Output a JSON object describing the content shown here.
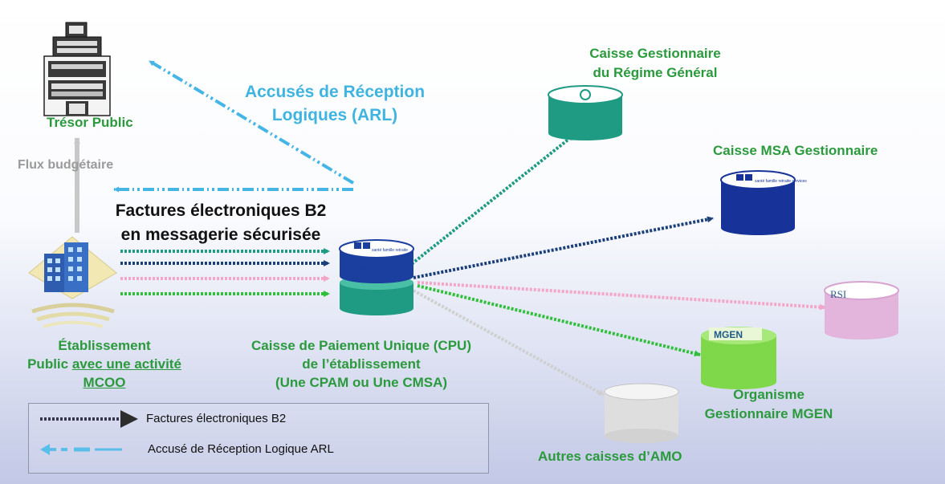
{
  "nodes": {
    "tresor": {
      "label": "Trésor Public"
    },
    "etablissement": {
      "line1": "Établissement",
      "line2_a": "Public ",
      "line2_b": "avec une activité",
      "line3": "MCOO"
    },
    "cpu": {
      "line1": "Caisse de Paiement Unique (CPU)",
      "line2": "de l’établissement",
      "line3": "(Une CPAM ou Une CMSA)",
      "disk_text": "santé famille retraite"
    },
    "regime_general": {
      "line1": "Caisse Gestionnaire",
      "line2": "du Régime Général"
    },
    "msa": {
      "label": "Caisse MSA Gestionnaire",
      "disk_text": "santé famille retraite services"
    },
    "rsi": {
      "disk_text": "RSI"
    },
    "mgen": {
      "line1": "Organisme",
      "line2": "Gestionnaire MGEN",
      "disk_text": "MGEN"
    },
    "autres": {
      "label": "Autres caisses d’AMO"
    }
  },
  "flows": {
    "arl": {
      "line1": "Accusés de Réception",
      "line2": "Logiques (ARL)"
    },
    "budget": {
      "label": "Flux budgétaire"
    },
    "factures": {
      "line1": "Factures électroniques B2",
      "line2": "en messagerie sécurisée"
    }
  },
  "legend": {
    "items": [
      {
        "label": "Factures électroniques B2"
      },
      {
        "label": "Accusé de Réception Logique ARL"
      }
    ]
  },
  "colors": {
    "green_text": "#2a9a3c",
    "arl_text": "#3fb4e0",
    "budget_text": "#9a9a9a",
    "arrow_teal": "#1f9a83",
    "arrow_navy": "#1b3f78",
    "arrow_pink": "#f3a6c8",
    "arrow_green": "#2fbf3a",
    "arrow_grey": "#cfcfcf",
    "arl_arrow": "#45b5e6"
  }
}
